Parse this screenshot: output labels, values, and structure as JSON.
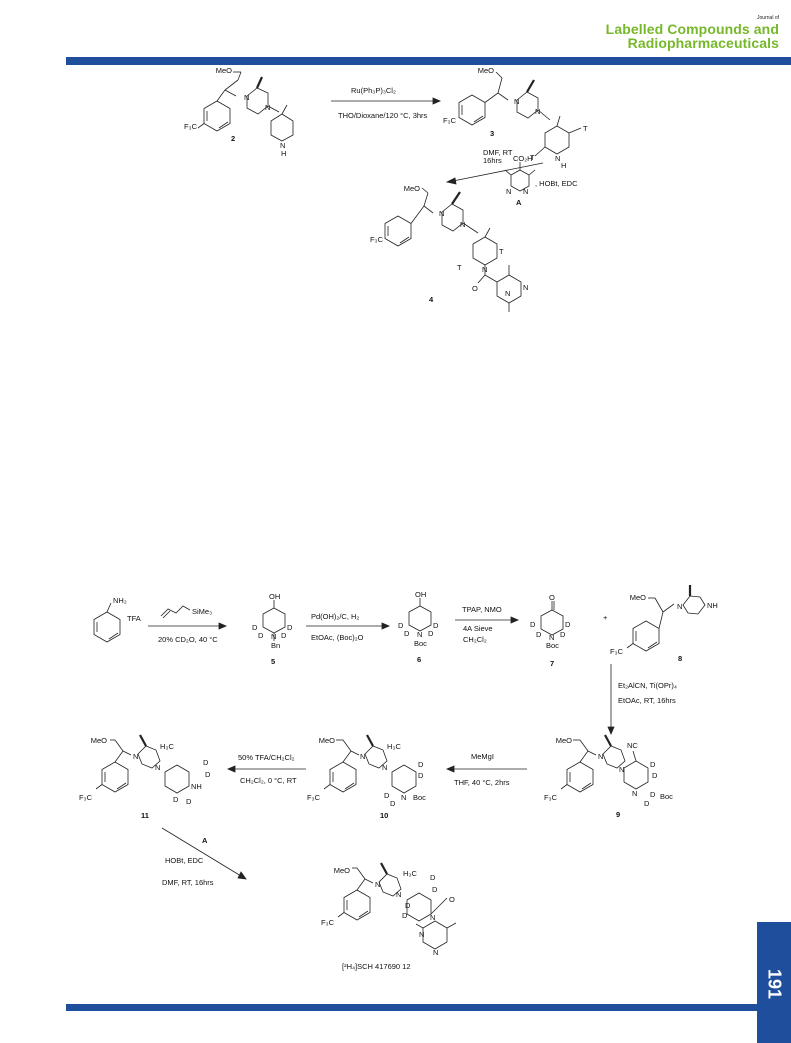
{
  "header": {
    "journal_of": "Journal of",
    "title_line1": "Labelled Compounds and",
    "title_line2": "Radiopharmaceuticals"
  },
  "page_number": "191",
  "colors": {
    "brand_blue": "#1f4f9c",
    "brand_green": "#76b82a"
  },
  "scheme1": {
    "compound_2": "2",
    "compound_3": "3",
    "compound_4": "4",
    "reagent_A_label": "A",
    "arrow1_top": "Ru(Ph₃P)₃Cl₂",
    "arrow1_bottom": "THO/Dioxane/120 °C, 3hrs",
    "arrow2_line1": "DMF, RT",
    "arrow2_line2": "16hrs",
    "arrow2_couple": ", HOBt, EDC"
  },
  "scheme2": {
    "tfa": "TFA",
    "allyl_tms": "SiMe₃",
    "step1_bottom": "20% CD₂O, 40 °C",
    "step2_top": "Pd(OH)₂/C, H₂",
    "step2_bottom": "EtOAc, (Boc)₂O",
    "step3_top": "TPAP, NMO",
    "step3_mid": "4A Sieve",
    "step3_bottom": "CH₂Cl₂",
    "plus": "+",
    "step4_line1": "Et₂AlCN, Ti(OPr)₄",
    "step4_line2": "EtOAc, RT, 16hrs",
    "step5_top": "MeMgI",
    "step5_bottom": "THF, 40 °C, 2hrs",
    "step6_top": "50% TFA/CH₂Cl₂",
    "step6_bottom": "CH₂Cl₂, 0 °C, RT",
    "step7_A": "A",
    "step7_line1": "HOBt, EDC",
    "step7_line2": "DMF, RT, 16hrs",
    "compound_5": "5",
    "compound_6": "6",
    "compound_7": "7",
    "compound_8": "8",
    "compound_9": "9",
    "compound_10": "10",
    "compound_11": "11",
    "product_label": "[²H₄]SCH 417690 12"
  }
}
